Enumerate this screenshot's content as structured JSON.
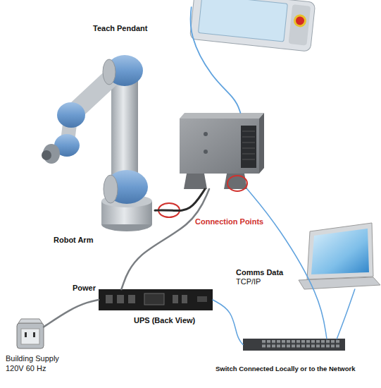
{
  "diagram": {
    "nodes": [
      {
        "text": [
          "Teach Pendant"
        ]
      },
      {
        "text": [
          "Robot Arm"
        ]
      },
      {
        "text": []
      },
      {
        "text": []
      },
      {
        "text": [
          "UPS (Back View)"
        ]
      },
      {
        "text": [
          "Building Supply",
          "120V 60 Hz"
        ]
      },
      {
        "text": [
          "Switch Connected Locally or to the Network"
        ]
      }
    ],
    "edges": [
      {
        "from": 0,
        "to": 2,
        "arrow": "none"
      },
      {
        "from": 1,
        "to": 2,
        "arrow": "none"
      },
      {
        "from": 2,
        "to": 4,
        "arrow": "none"
      },
      {
        "from": 5,
        "to": 4,
        "arrow": "none"
      },
      {
        "from": 4,
        "to": 6,
        "arrow": "none"
      },
      {
        "from": 2,
        "to": 6,
        "arrow": "none"
      },
      {
        "from": 3,
        "to": 6,
        "arrow": "none"
      }
    ],
    "labels": [
      "Connection Points",
      "Comms Data",
      "TCP/IP",
      "Power"
    ]
  }
}
